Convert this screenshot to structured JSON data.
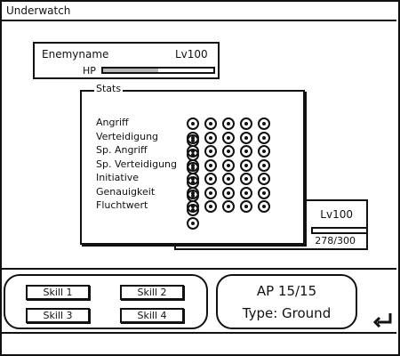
{
  "window": {
    "title": "Underwatch"
  },
  "enemy": {
    "name": "Enemyname",
    "level": "Lv100",
    "hp_label": "HP",
    "hp_fraction": 0.5
  },
  "player": {
    "level": "Lv100",
    "hp_text": "278/300"
  },
  "stats": {
    "title": "Stats",
    "items": [
      {
        "label": "Angriff",
        "dots": 6
      },
      {
        "label": "Verteidigung",
        "dots": 6
      },
      {
        "label": "Sp. Angriff",
        "dots": 6
      },
      {
        "label": "Sp. Verteidigung",
        "dots": 6
      },
      {
        "label": "Initiative",
        "dots": 6
      },
      {
        "label": "Genauigkeit",
        "dots": 6
      },
      {
        "label": "Fluchtwert",
        "dots": 6
      }
    ]
  },
  "skills": [
    {
      "label": "Skill 1"
    },
    {
      "label": "Skill 2"
    },
    {
      "label": "Skill 3"
    },
    {
      "label": "Skill 4"
    }
  ],
  "ap": {
    "text": "AP 15/15",
    "type_text": "Type: Ground"
  },
  "icons": {
    "back": "return-arrow-icon"
  }
}
